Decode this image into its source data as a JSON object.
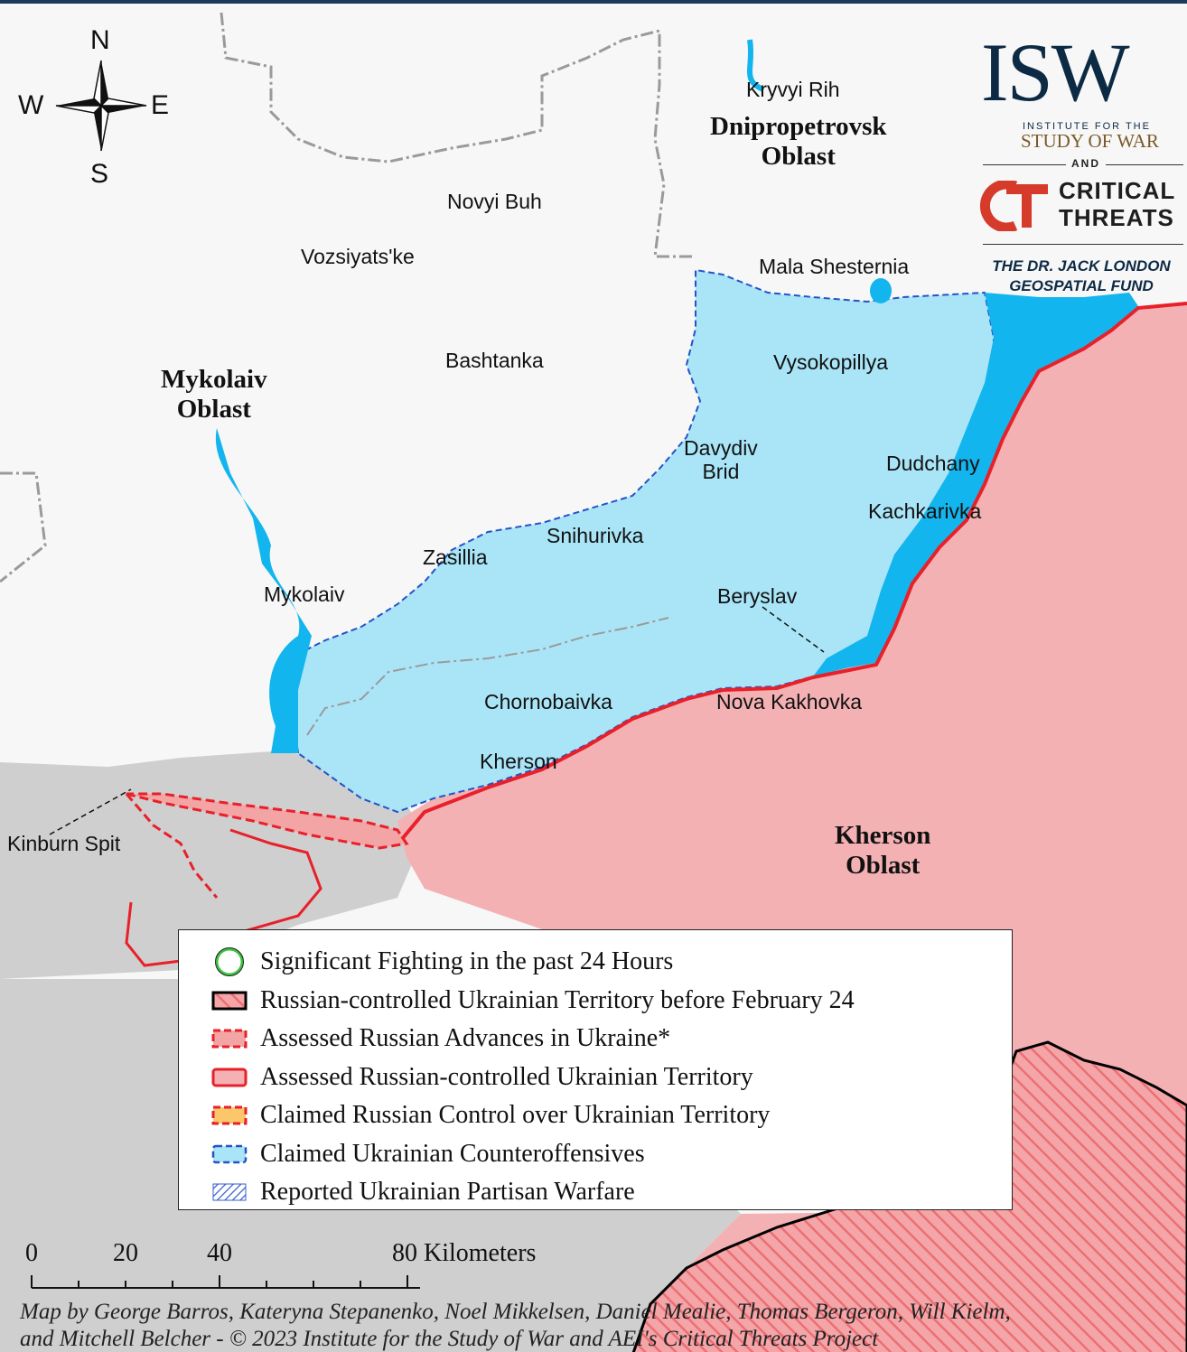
{
  "compass": {
    "north": "N",
    "south": "S",
    "east": "E",
    "west": "W"
  },
  "logos": {
    "isw": "ISW",
    "isw_line1": "INSTITUTE FOR THE",
    "isw_line2": "STUDY OF WAR",
    "and": "AND",
    "ct_line1": "CRITICAL",
    "ct_line2": "THREATS",
    "fund_line1": "THE DR. JACK LONDON",
    "fund_line2": "GEOSPATIAL FUND"
  },
  "regions": {
    "dnipropetrovsk_l1": "Dnipropetrovsk",
    "dnipropetrovsk_l2": "Oblast",
    "mykolaiv_l1": "Mykolaiv",
    "mykolaiv_l2": "Oblast",
    "kherson_l1": "Kherson",
    "kherson_l2": "Oblast"
  },
  "cities": {
    "kryvyi_rih": "Kryvyi Rih",
    "novyi_buh": "Novyi Buh",
    "vozsiyatske": "Vozsiyats'ke",
    "mala_shesternia": "Mala Shesternia",
    "bashtanka": "Bashtanka",
    "vysokopillya": "Vysokopillya",
    "davydiv_brid_l1": "Davydiv",
    "davydiv_brid_l2": "Brid",
    "dudchany": "Dudchany",
    "kachkarivka": "Kachkarivka",
    "snihurivka": "Snihurivka",
    "zasillia": "Zasillia",
    "mykolaiv": "Mykolaiv",
    "beryslav": "Beryslav",
    "chornobaivka": "Chornobaivka",
    "nova_kakhovka": "Nova Kakhovka",
    "kherson": "Kherson",
    "kinburn_spit": "Kinburn Spit"
  },
  "legend": [
    {
      "label": "Significant Fighting in the past 24 Hours",
      "symbol": "green-circle",
      "color": "#3cc43c"
    },
    {
      "label": "Russian-controlled Ukrainian Territory before February 24",
      "symbol": "black-hatched",
      "color": "#f08a8a"
    },
    {
      "label": "Assessed Russian Advances in Ukraine*",
      "symbol": "red-dashed",
      "color": "#f3a4a4"
    },
    {
      "label": "Assessed Russian-controlled Ukrainian Territory",
      "symbol": "red-solid",
      "color": "#f4b1b4"
    },
    {
      "label": "Claimed Russian Control over Ukrainian Territory",
      "symbol": "orange-dashed",
      "color": "#fcc66b"
    },
    {
      "label": "Claimed Ukrainian Counteroffensives",
      "symbol": "blue-dashed",
      "color": "#a9e5f7"
    },
    {
      "label": "Reported Ukrainian Partisan Warfare",
      "symbol": "blue-hatched",
      "color": "#3a5fcd"
    }
  ],
  "scale": {
    "ticks": [
      "0",
      "20",
      "40"
    ],
    "end_value": "80",
    "unit": "Kilometers"
  },
  "credit": {
    "line1": "Map by George Barros, Kateryna Stepanenko, Noel Mikkelsen, Daniel Mealie, Thomas Bergeron, Will Kielm,",
    "line2": "and Mitchell Belcher - © 2023 Institute for the Study of War and AEI's Critical Threats Project"
  },
  "colors": {
    "land": "#f7f7f7",
    "sea": "#cfcfcf",
    "water": "#13b5ee",
    "ukr_counteroffensive": "#a9e5f7",
    "russian_controlled": "#f4b1b4",
    "russian_border": "#e8202a",
    "pre_feb24_hatch": "#f08a8a"
  }
}
